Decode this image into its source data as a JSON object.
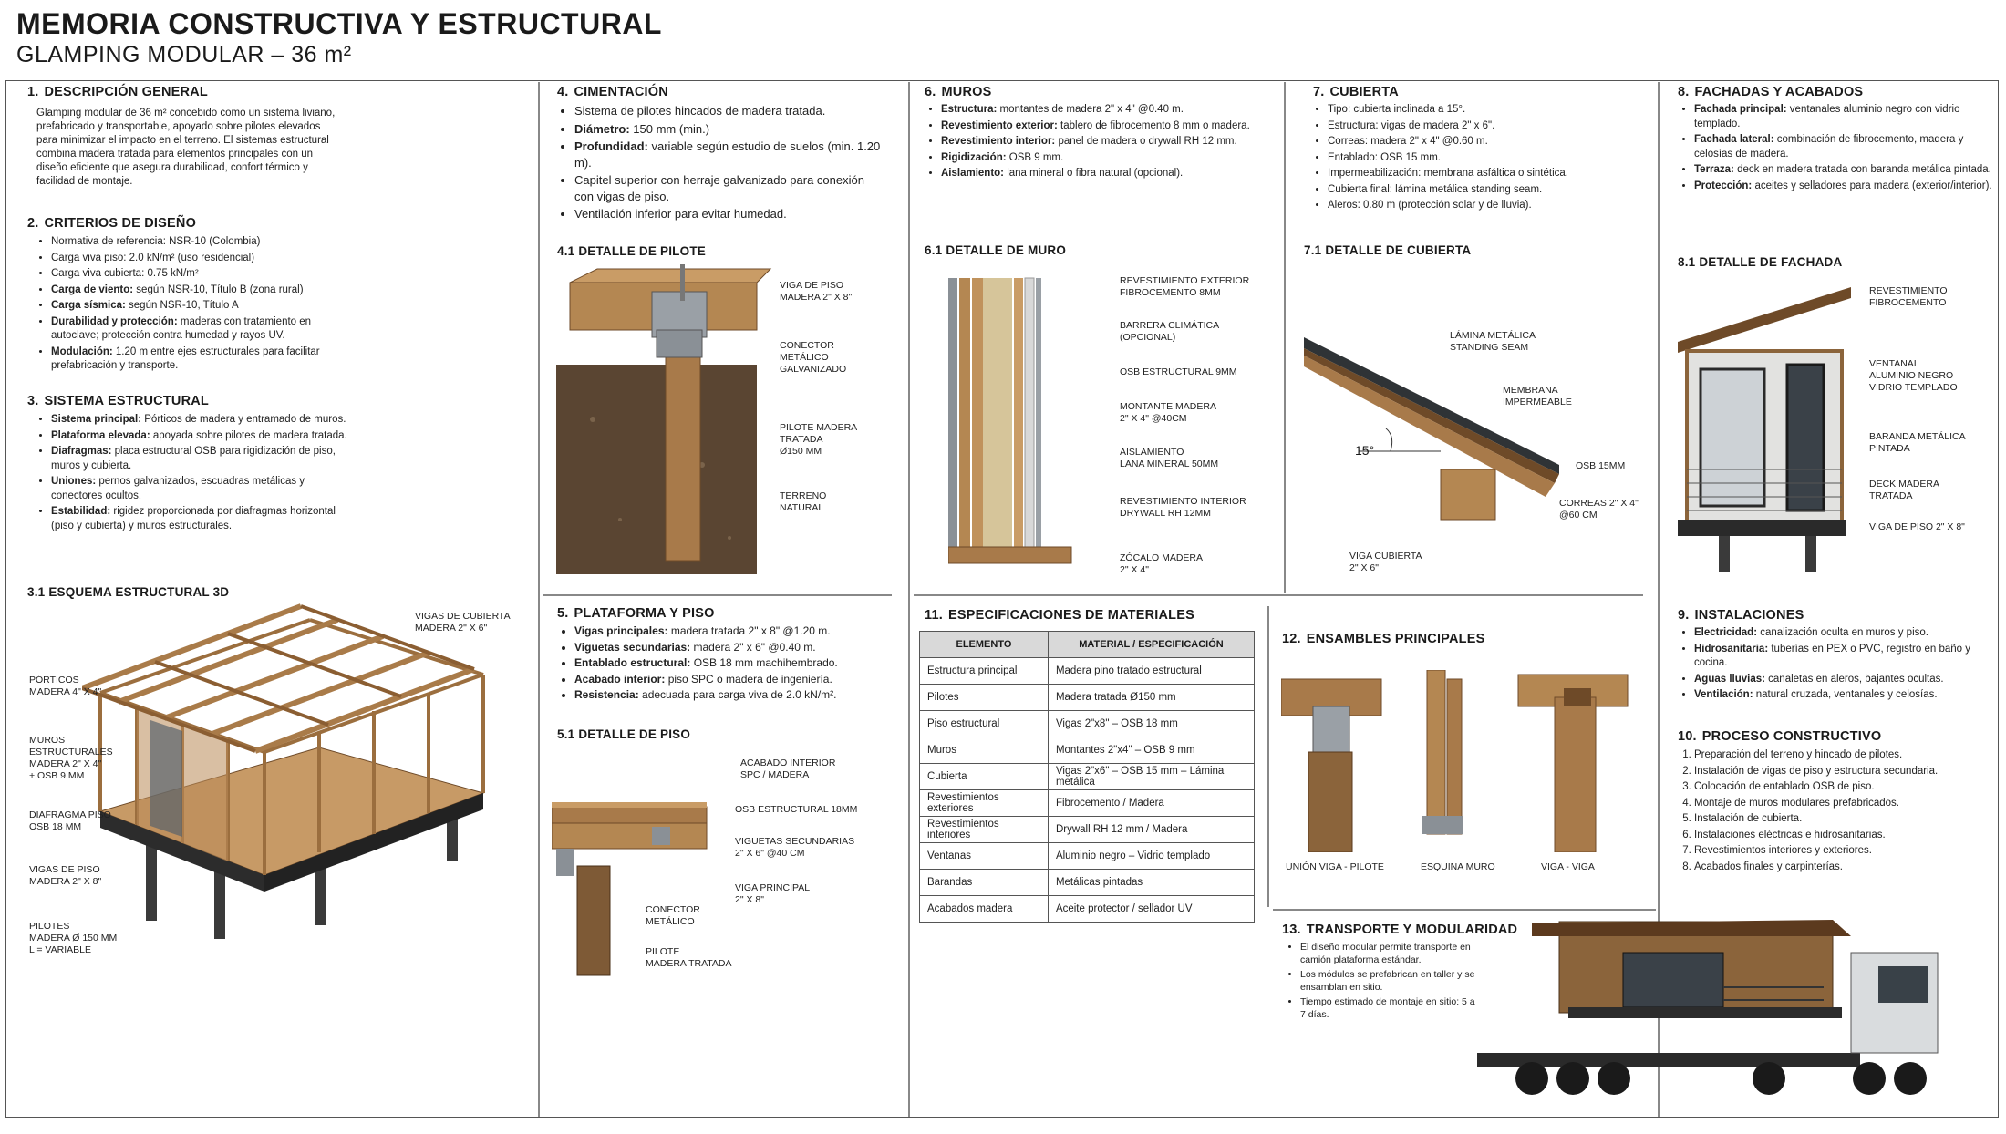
{
  "header": {
    "title": "MEMORIA CONSTRUCTIVA Y ESTRUCTURAL",
    "subtitle": "GLAMPING MODULAR – 36 m²"
  },
  "s1": {
    "num": "1.",
    "title": "DESCRIPCIÓN GENERAL",
    "text": "Glamping modular de 36 m² concebido como un sistema liviano, prefabricado y transportable, apoyado sobre pilotes elevados para minimizar el impacto en el terreno. El sistemas estructural combina madera tratada para elementos principales con un diseño eficiente que asegura durabilidad, confort térmico y facilidad de montaje."
  },
  "s2": {
    "num": "2.",
    "title": "CRITERIOS DE DISEÑO",
    "items": [
      {
        "b": "",
        "t": "Normativa de referencia: NSR-10 (Colombia)"
      },
      {
        "b": "",
        "t": "Carga viva piso: 2.0 kN/m² (uso residencial)"
      },
      {
        "b": "",
        "t": "Carga viva cubierta: 0.75 kN/m²"
      },
      {
        "b": "Carga de viento:",
        "t": " según NSR-10, Título B (zona rural)"
      },
      {
        "b": "Carga sísmica:",
        "t": " según NSR-10, Título A"
      },
      {
        "b": "Durabilidad y protección:",
        "t": " maderas con tratamiento en autoclave; protección contra humedad y rayos UV."
      },
      {
        "b": "Modulación:",
        "t": " 1.20 m entre ejes estructurales para facilitar prefabricación y transporte."
      }
    ]
  },
  "s3": {
    "num": "3.",
    "title": "SISTEMA ESTRUCTURAL",
    "items": [
      {
        "b": "Sistema principal:",
        "t": " Pórticos de madera y entramado de muros."
      },
      {
        "b": "Plataforma elevada:",
        "t": " apoyada sobre pilotes de madera tratada."
      },
      {
        "b": "Diafragmas:",
        "t": " placa estructural OSB para rigidización de piso, muros y cubierta."
      },
      {
        "b": "Uniones:",
        "t": " pernos galvanizados, escuadras metálicas y conectores ocultos."
      },
      {
        "b": "Estabilidad:",
        "t": " rigidez proporcionada por diafragmas horizontal (piso y cubierta) y muros estructurales."
      }
    ],
    "sub_title": "3.1  ESQUEMA ESTRUCTURAL 3D",
    "labels": {
      "vigas_cubierta": "VIGAS DE CUBIERTA\nMADERA 2\" x 6\"",
      "porticos": "PÓRTICOS\nMADERA 4\" x 4\"",
      "muros": "MUROS\nESTRUCTURALES\nMADERA 2\" x 4\"\n+ OSB 9 mm",
      "diafragma": "DIAFRAGMA PISO\nOSB 18 mm",
      "vigas_piso": "VIGAS DE PISO\nMADERA 2\" x 8\"",
      "pilotes": "PILOTES\nMADERA Ø 150 mm\nL = VARIABLE"
    }
  },
  "s4": {
    "num": "4.",
    "title": "CIMENTACIÓN",
    "items": [
      {
        "b": "",
        "t": "Sistema de pilotes hincados de madera tratada."
      },
      {
        "b": "Diámetro:",
        "t": " 150 mm (min.)"
      },
      {
        "b": "Profundidad:",
        "t": " variable según estudio de suelos (min. 1.20 m)."
      },
      {
        "b": "",
        "t": "Capitel superior con herraje galvanizado para conexión con vigas de piso."
      },
      {
        "b": "",
        "t": "Ventilación inferior para evitar humedad."
      }
    ],
    "sub_title": "4.1  DETALLE DE PILOTE",
    "labels": {
      "viga": "VIGA DE PISO\nMADERA 2\" x 8\"",
      "conector": "CONECTOR\nMETÁLICO\nGALVANIZADO",
      "pilote": "PILOTE MADERA\nTRATADA\nØ150 mm",
      "terreno": "TERRENO\nNATURAL"
    }
  },
  "s5": {
    "num": "5.",
    "title": "PLATAFORMA Y PISO",
    "items": [
      {
        "b": "Vigas principales:",
        "t": " madera tratada 2\" x 8\" @1.20 m."
      },
      {
        "b": "Viguetas secundarias:",
        "t": " madera 2\" x 6\" @0.40 m."
      },
      {
        "b": "Entablado estructural:",
        "t": " OSB 18 mm machihembrado."
      },
      {
        "b": "Acabado interior:",
        "t": " piso SPC o madera de ingeniería."
      },
      {
        "b": "Resistencia:",
        "t": " adecuada para carga viva de 2.0 kN/m²."
      }
    ],
    "sub_title": "5.1  DETALLE DE PISO",
    "labels": {
      "acabado": "ACABADO INTERIOR\nSPC / MADERA",
      "osb": "OSB ESTRUCTURAL 18mm",
      "viguetas": "VIGUETAS SECUNDARIAS\n2\" x 6\" @40 cm",
      "viga": "VIGA PRINCIPAL\n2\" x 8\"",
      "conector": "CONECTOR\nMETÁLICO",
      "pilote": "PILOTE\nMADERA TRATADA"
    }
  },
  "s6": {
    "num": "6.",
    "title": "MUROS",
    "items": [
      {
        "b": "Estructura:",
        "t": " montantes de madera 2\" x 4\" @0.40 m."
      },
      {
        "b": "Revestimiento exterior:",
        "t": " tablero de fibrocemento 8 mm o madera."
      },
      {
        "b": "Revestimiento interior:",
        "t": " panel de madera o drywall RH 12 mm."
      },
      {
        "b": "Rigidización:",
        "t": " OSB 9 mm."
      },
      {
        "b": "Aislamiento:",
        "t": " lana mineral o fibra natural (opcional)."
      }
    ],
    "sub_title": "6.1  DETALLE DE MURO",
    "labels": {
      "rev_ext": "REVESTIMIENTO EXTERIOR\nFIBROCEMENTO 8mm",
      "barrera": "BARRERA CLIMÁTICA\n(OPCIONAL)",
      "osb": "OSB ESTRUCTURAL 9mm",
      "montante": "MONTANTE MADERA\n2\" x 4\" @40cm",
      "aislamiento": "AISLAMIENTO\nLANA MINERAL 50mm",
      "rev_int": "REVESTIMIENTO INTERIOR\nDRYWALL RH 12mm",
      "zocalo": "ZÓCALO MADERA\n2\" x 4\""
    }
  },
  "s7": {
    "num": "7.",
    "title": "CUBIERTA",
    "items": [
      {
        "b": "",
        "t": "Tipo: cubierta inclinada a 15°."
      },
      {
        "b": "",
        "t": "Estructura: vigas de madera 2\" x 6\"."
      },
      {
        "b": "",
        "t": "Correas: madera 2\" x 4\" @0.60 m."
      },
      {
        "b": "",
        "t": "Entablado: OSB 15 mm."
      },
      {
        "b": "",
        "t": "Impermeabilización: membrana asfáltica o sintética."
      },
      {
        "b": "",
        "t": "Cubierta final: lámina metálica standing seam."
      },
      {
        "b": "",
        "t": "Aleros: 0.80 m (protección solar y de lluvia)."
      }
    ],
    "sub_title": "7.1  DETALLE DE CUBIERTA",
    "labels": {
      "lamina": "LÁMINA METÁLICA\nSTANDING SEAM",
      "membrana": "MEMBRANA\nIMPERMEABLE",
      "angle": "15°",
      "osb": "OSB 15mm",
      "correas": "CORREAS 2\" x 4\"\n@60 cm",
      "viga": "VIGA CUBIERTA\n2\" x 6\""
    }
  },
  "s8": {
    "num": "8.",
    "title": "FACHADAS Y ACABADOS",
    "items": [
      {
        "b": "Fachada principal:",
        "t": " ventanales aluminio negro con vidrio templado."
      },
      {
        "b": "Fachada lateral:",
        "t": " combinación de fibrocemento, madera y celosías de madera."
      },
      {
        "b": "Terraza:",
        "t": " deck en madera tratada con baranda metálica pintada."
      },
      {
        "b": "Protección:",
        "t": " aceites y selladores para madera (exterior/interior)."
      }
    ],
    "sub_title": "8.1  DETALLE DE FACHADA",
    "labels": {
      "rev": "REVESTIMIENTO\nFIBROCEMENTO",
      "ventanal": "VENTANAL\nALUMINIO NEGRO\nVIDRIO TEMPLADO",
      "baranda": "BARANDA METÁLICA\nPINTADA",
      "deck": "DECK MADERA\nTRATADA",
      "viga": "VIGA DE PISO 2\" x 8\""
    }
  },
  "s9": {
    "num": "9.",
    "title": "INSTALACIONES",
    "items": [
      {
        "b": "Electricidad:",
        "t": " canalización oculta en muros y piso."
      },
      {
        "b": "Hidrosanitaria:",
        "t": " tuberías en PEX o PVC, registro en baño y cocina."
      },
      {
        "b": "Aguas lluvias:",
        "t": " canaletas en aleros, bajantes ocultas."
      },
      {
        "b": "Ventilación:",
        "t": " natural cruzada, ventanales y celosías."
      }
    ]
  },
  "s10": {
    "num": "10.",
    "title": "PROCESO CONSTRUCTIVO",
    "steps": [
      "Preparación del terreno y hincado de pilotes.",
      "Instalación de vigas de piso y estructura secundaria.",
      "Colocación de entablado OSB de piso.",
      "Montaje de muros modulares prefabricados.",
      "Instalación de cubierta.",
      "Instalaciones eléctricas e hidrosanitarias.",
      "Revestimientos interiores y exteriores.",
      "Acabados finales y carpinterías."
    ]
  },
  "s11": {
    "num": "11.",
    "title": "ESPECIFICACIONES DE MATERIALES",
    "headers": [
      "ELEMENTO",
      "MATERIAL / ESPECIFICACIÓN"
    ],
    "rows": [
      [
        "Estructura principal",
        "Madera pino tratado estructural"
      ],
      [
        "Pilotes",
        "Madera tratada Ø150 mm"
      ],
      [
        "Piso estructural",
        "Vigas 2\"x8\" – OSB 18 mm"
      ],
      [
        "Muros",
        "Montantes 2\"x4\" – OSB 9 mm"
      ],
      [
        "Cubierta",
        "Vigas 2\"x6\" – OSB 15 mm – Lámina metálica"
      ],
      [
        "Revestimientos exteriores",
        "Fibrocemento / Madera"
      ],
      [
        "Revestimientos interiores",
        "Drywall RH 12 mm / Madera"
      ],
      [
        "Ventanas",
        "Aluminio negro – Vidrio templado"
      ],
      [
        "Barandas",
        "Metálicas pintadas"
      ],
      [
        "Acabados madera",
        "Aceite protector / sellador UV"
      ]
    ]
  },
  "s12": {
    "num": "12.",
    "title": "ENSAMBLES PRINCIPALES",
    "captions": [
      "UNIÓN VIGA - PILOTE",
      "ESQUINA MURO",
      "VIGA - VIGA"
    ]
  },
  "s13": {
    "num": "13.",
    "title": "TRANSPORTE Y MODULARIDAD",
    "items": [
      {
        "b": "",
        "t": "El diseño modular permite transporte en camión plataforma estándar."
      },
      {
        "b": "",
        "t": "Los módulos se prefabrican en taller y se ensamblan en sitio."
      },
      {
        "b": "",
        "t": "Tiempo estimado de montaje en sitio: 5 a 7 días."
      }
    ]
  },
  "colors": {
    "wood": "#a87a4a",
    "wood_dark": "#6e4a28",
    "metal": "#9aa0a6",
    "soil": "#5a4532"
  }
}
